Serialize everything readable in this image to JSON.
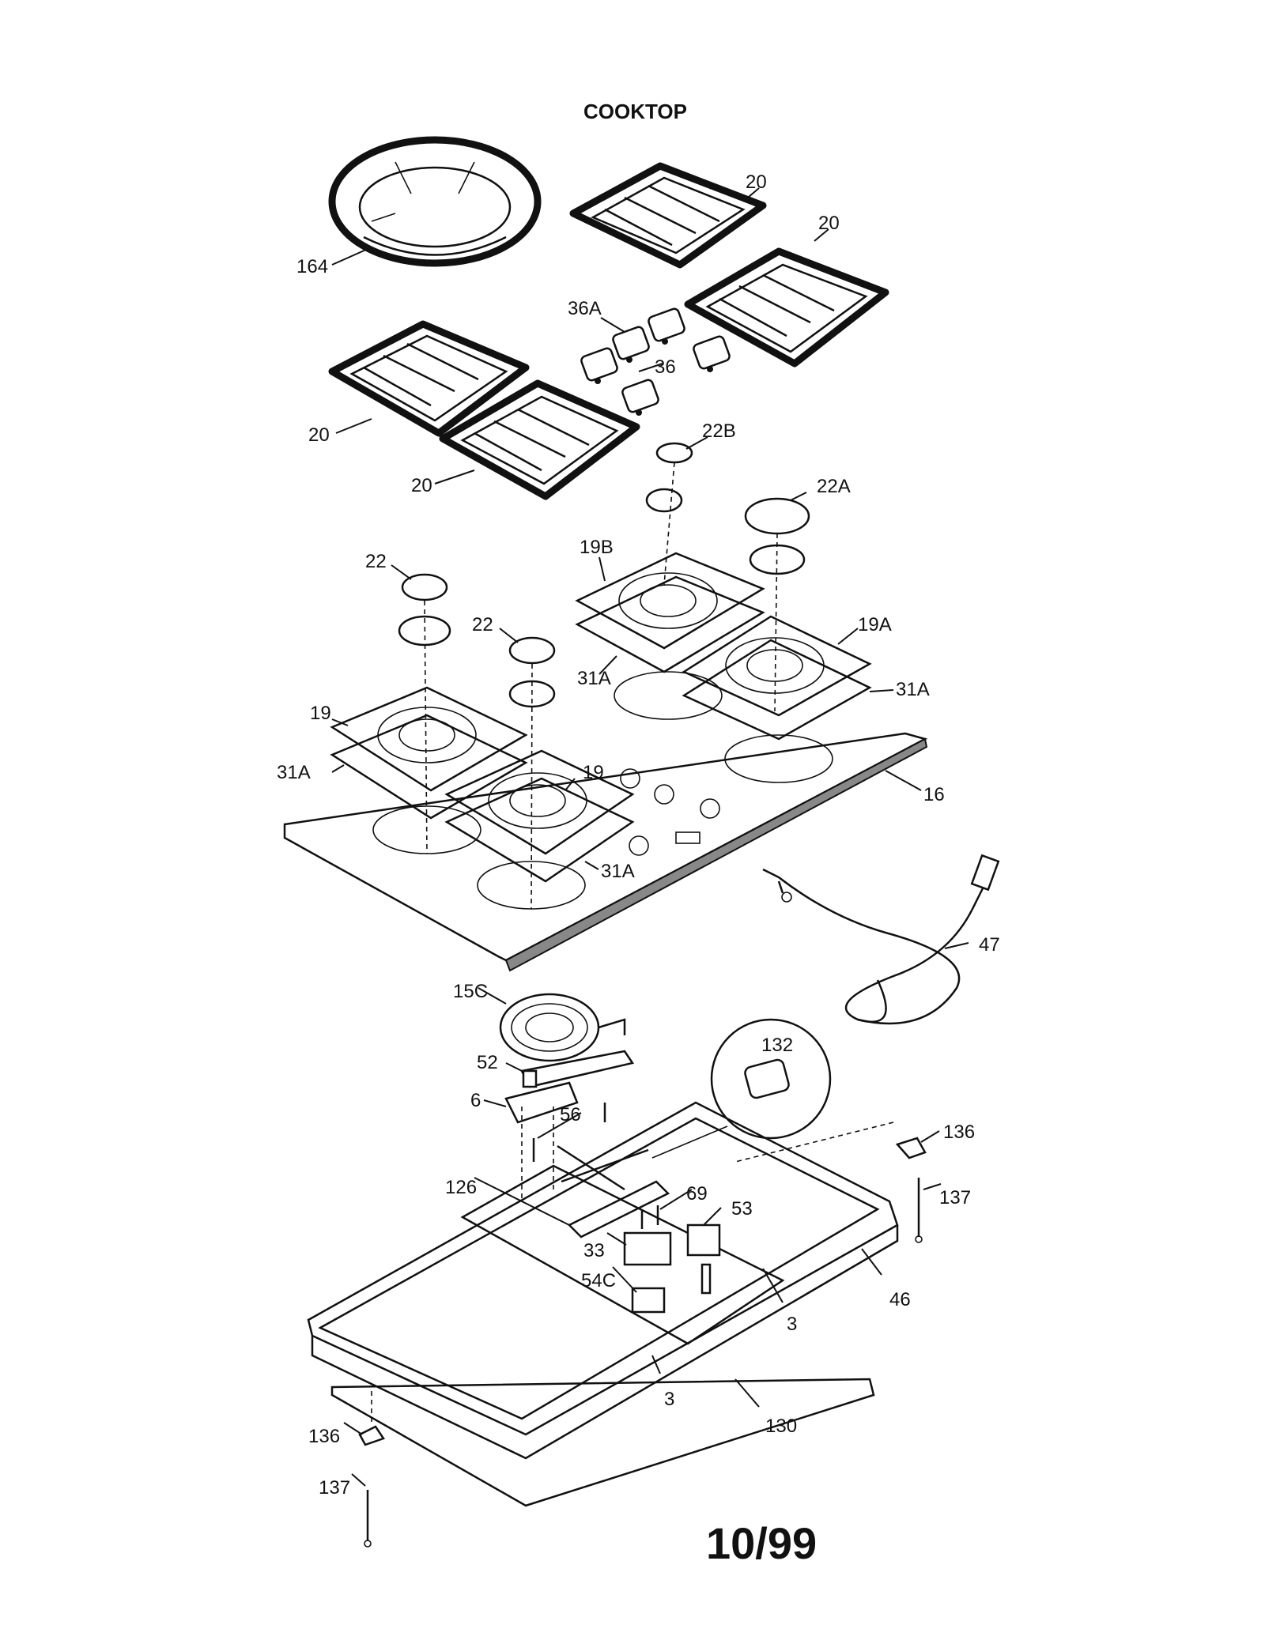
{
  "title": "COOKTOP",
  "date_code": "10/99",
  "callouts": [
    "164",
    "20",
    "20",
    "20",
    "20",
    "36A",
    "36",
    "22B",
    "22A",
    "19B",
    "22",
    "22",
    "19A",
    "31A",
    "31A",
    "19",
    "31A",
    "19",
    "16",
    "31A",
    "47",
    "15C",
    "132",
    "52",
    "6",
    "56",
    "136",
    "137",
    "126",
    "69",
    "53",
    "33",
    "54C",
    "46",
    "3",
    "3",
    "130",
    "136",
    "137"
  ]
}
